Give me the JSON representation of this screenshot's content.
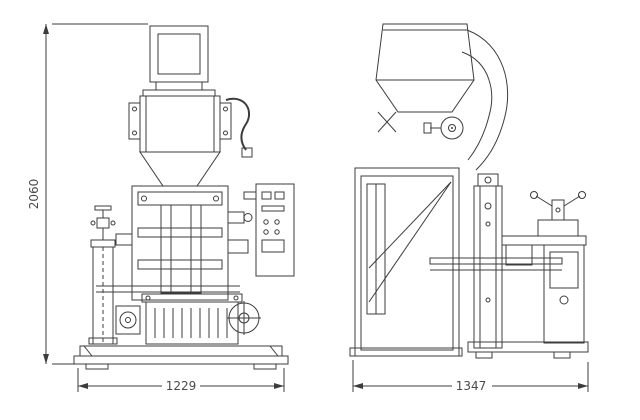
{
  "drawing": {
    "background": "#ffffff",
    "line_color": "#3c3c3c",
    "text_color": "#4a4a4a",
    "dimension_labels": {
      "overall_height": "2060",
      "front_width": "1229",
      "side_width": "1347"
    }
  }
}
